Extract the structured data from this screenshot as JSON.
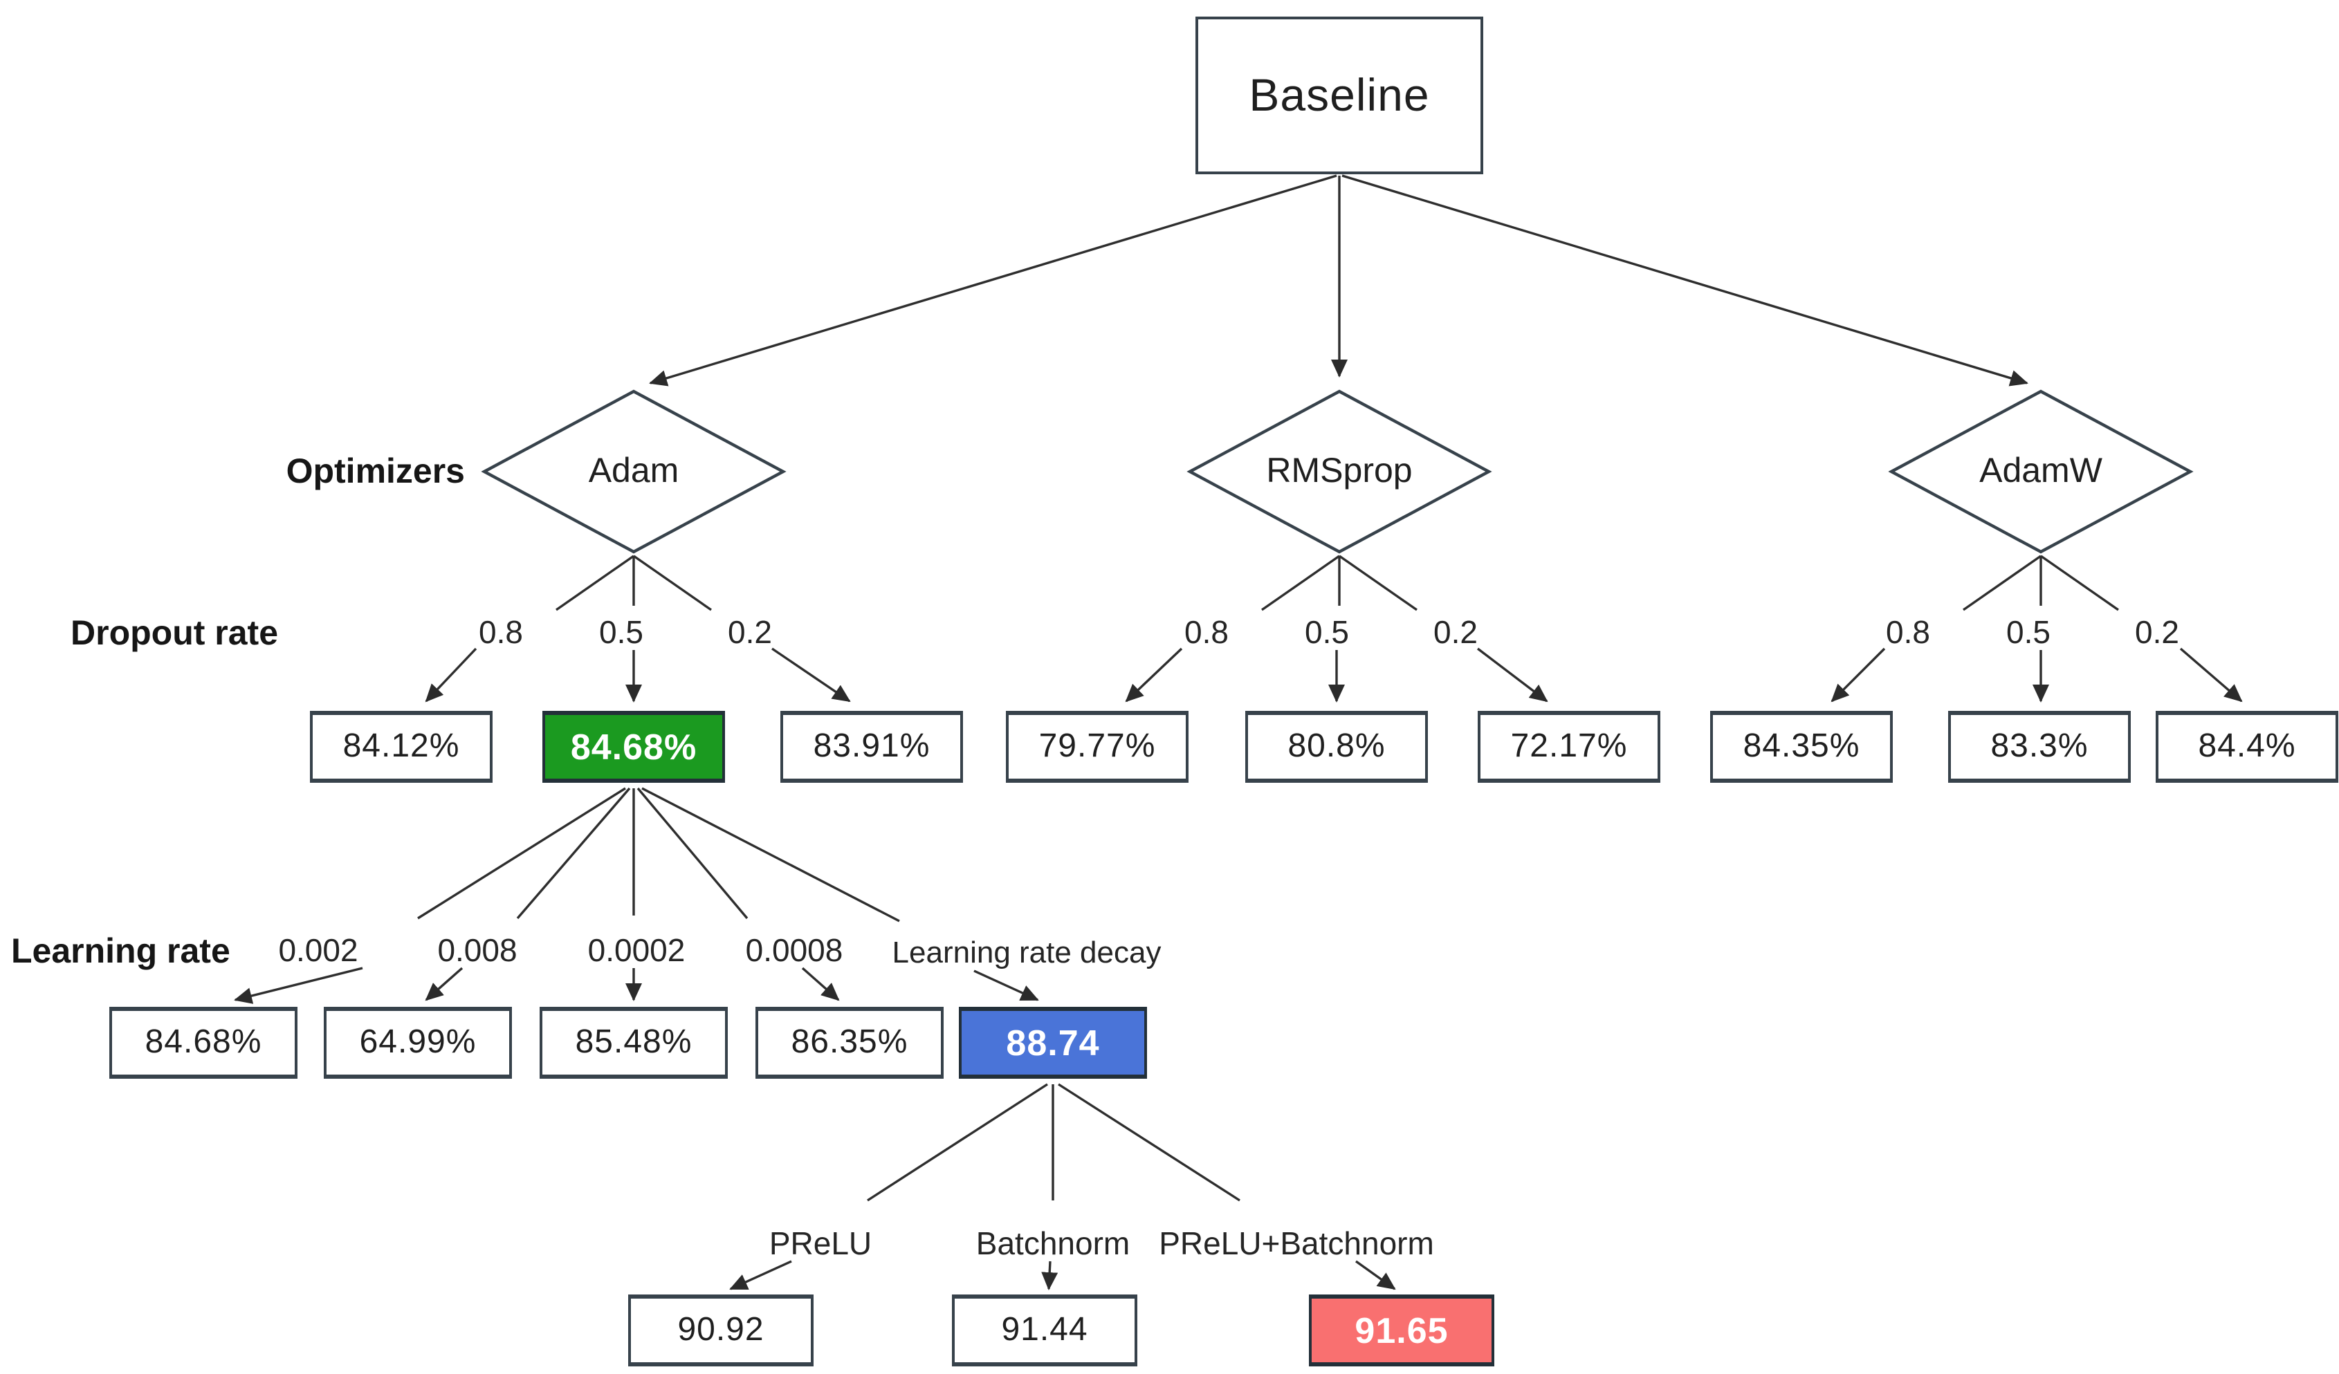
{
  "colors": {
    "highlight_green": "#1b9a20",
    "highlight_blue": "#4a74d8",
    "highlight_red": "#f97070",
    "box_border": "#37424b",
    "line": "#2e2e2e"
  },
  "root": {
    "label": "Baseline"
  },
  "row_labels": {
    "optimizers": "Optimizers",
    "dropout": "Dropout rate",
    "learning_rate": "Learning rate"
  },
  "optimizers": [
    {
      "name": "Adam",
      "dropouts": [
        {
          "rate": "0.8",
          "acc": "84.12%"
        },
        {
          "rate": "0.5",
          "acc": "84.68%",
          "highlight": "green"
        },
        {
          "rate": "0.2",
          "acc": "83.91%"
        }
      ]
    },
    {
      "name": "RMSprop",
      "dropouts": [
        {
          "rate": "0.8",
          "acc": "79.77%"
        },
        {
          "rate": "0.5",
          "acc": "80.8%"
        },
        {
          "rate": "0.2",
          "acc": "72.17%"
        }
      ]
    },
    {
      "name": "AdamW",
      "dropouts": [
        {
          "rate": "0.8",
          "acc": "84.35%"
        },
        {
          "rate": "0.5",
          "acc": "83.3%"
        },
        {
          "rate": "0.2",
          "acc": "84.4%"
        }
      ]
    }
  ],
  "learning_rates": [
    {
      "label": "0.002",
      "acc": "84.68%"
    },
    {
      "label": "0.008",
      "acc": "64.99%"
    },
    {
      "label": "0.0002",
      "acc": "85.48%"
    },
    {
      "label": "0.0008",
      "acc": "86.35%"
    },
    {
      "label": "Learning rate decay",
      "acc": "88.74",
      "highlight": "blue"
    }
  ],
  "refinements": [
    {
      "label": "PReLU",
      "acc": "90.92"
    },
    {
      "label": "Batchnorm",
      "acc": "91.44"
    },
    {
      "label": "PReLU+Batchnorm",
      "acc": "91.65",
      "highlight": "red"
    }
  ]
}
